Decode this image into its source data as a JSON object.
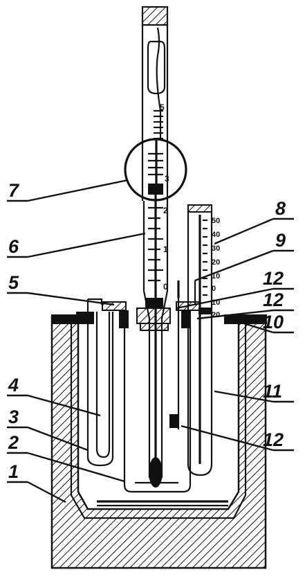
{
  "labels": {
    "l1": "1",
    "l2": "2",
    "l3": "3",
    "l4": "4",
    "l5": "5",
    "l6": "6",
    "l7": "7",
    "l8": "8",
    "l9": "9",
    "l10": "10",
    "l11": "11",
    "l12a": "12",
    "l12b": "12",
    "l12c": "12"
  },
  "beckmann_scale": {
    "s5": "5",
    "s3": "3",
    "s2": "2",
    "s1": "1",
    "s0": "0"
  },
  "aux_scale": {
    "t50": "50",
    "t40": "40",
    "t30": "30",
    "t20a": "20",
    "t10a": "10",
    "t0": "0",
    "t10b": "10",
    "t20b": "20"
  },
  "colors": {
    "line": "#111111",
    "background": "#ffffff"
  }
}
